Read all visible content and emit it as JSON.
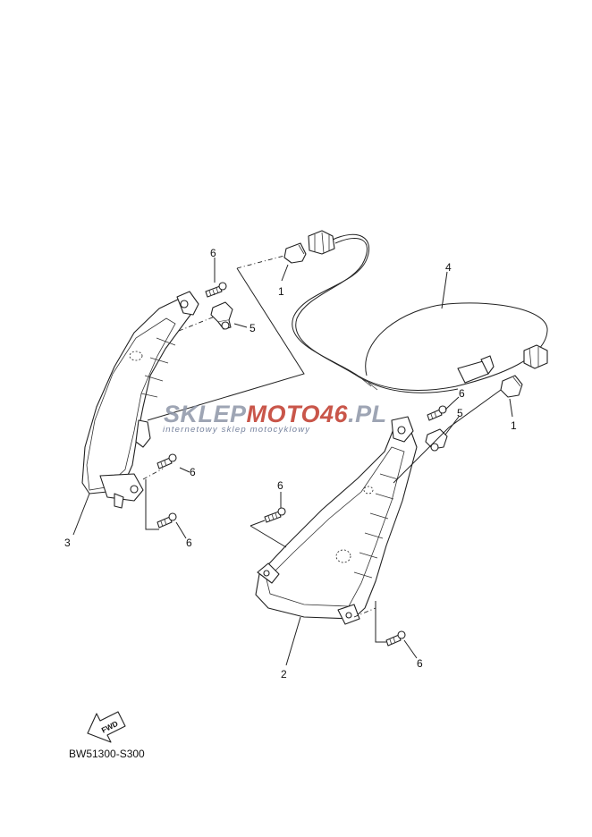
{
  "diagram": {
    "callouts": {
      "part1_upper": "1",
      "part1_right": "1",
      "part2": "2",
      "part3": "3",
      "part4": "4",
      "part5_upper": "5",
      "part5_right": "5",
      "part6_a": "6",
      "part6_b": "6",
      "part6_c": "6",
      "part6_d": "6",
      "part6_e": "6",
      "part6_f": "6"
    },
    "fwd_label": "FWD",
    "drawing_code": "BW51300-S300"
  },
  "watermark": {
    "brand_part1": "SKLEP",
    "brand_part2": "MOTO",
    "brand_part3": "46",
    "brand_part4": ".PL",
    "tagline": "internetowy sklep motocyklowy",
    "colors": {
      "grey": "#8e96a8",
      "red": "#c0392b",
      "tagline": "#5d6c8c"
    }
  }
}
